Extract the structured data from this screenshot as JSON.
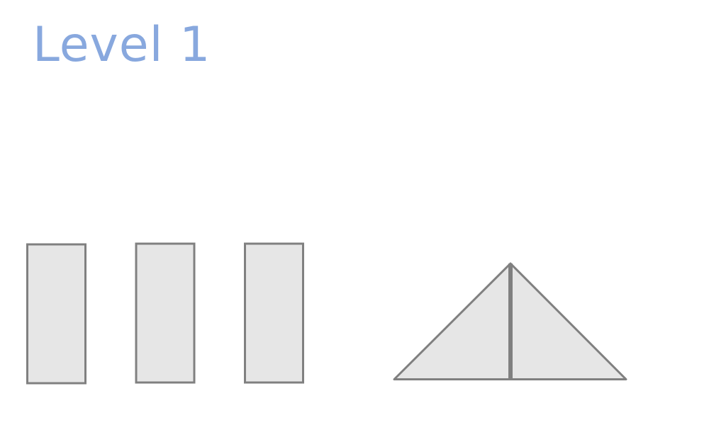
{
  "level": {
    "title": "Level 1",
    "title_color": "#88a8de"
  },
  "pieces": {
    "fill_color": "#e6e6e6",
    "stroke_color": "#808080",
    "items": [
      {
        "name": "rectangle-piece-1",
        "shape": "rectangle"
      },
      {
        "name": "rectangle-piece-2",
        "shape": "rectangle"
      },
      {
        "name": "rectangle-piece-3",
        "shape": "rectangle"
      }
    ]
  },
  "target": {
    "shape": "triangle",
    "split": "vertical"
  }
}
